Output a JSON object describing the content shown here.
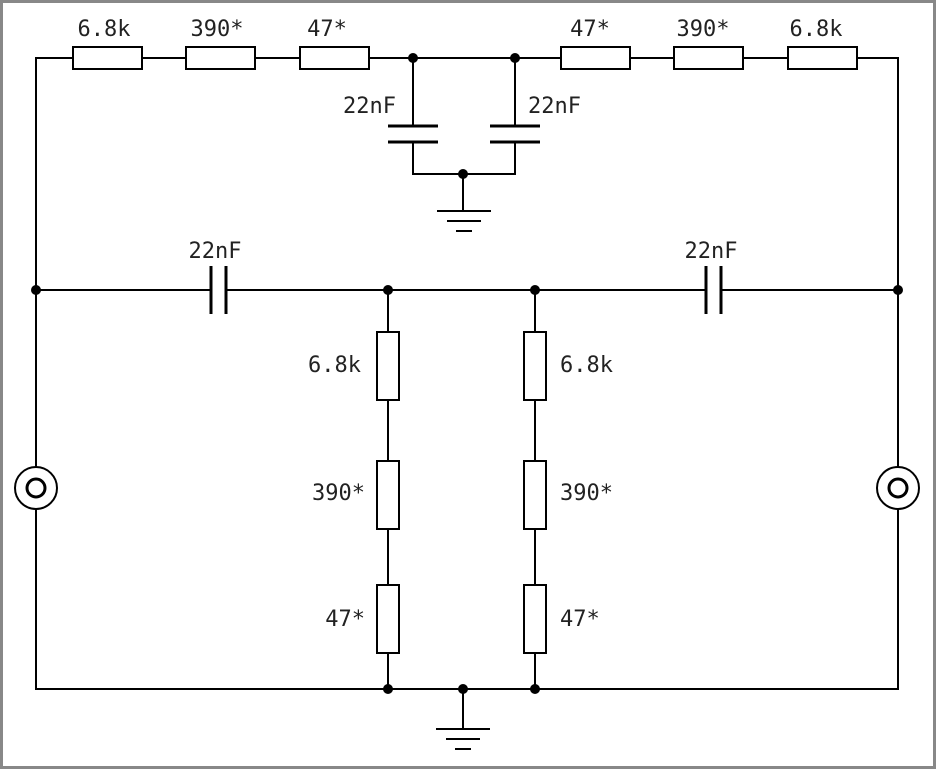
{
  "labels": {
    "top_left_r1": "6.8k",
    "top_left_r2": "390*",
    "top_left_r3": "47*",
    "top_right_r3": "47*",
    "top_right_r2": "390*",
    "top_right_r1": "6.8k",
    "top_cap_left": "22nF",
    "top_cap_right": "22nF",
    "mid_cap_left": "22nF",
    "mid_cap_right": "22nF",
    "col_left_r1": "6.8k",
    "col_left_r2": "390*",
    "col_left_r3": "47*",
    "col_right_r1": "6.8k",
    "col_right_r2": "390*",
    "col_right_r3": "47*"
  },
  "colors": {
    "wire": "#000000",
    "text": "#222222",
    "border": "#888888"
  }
}
